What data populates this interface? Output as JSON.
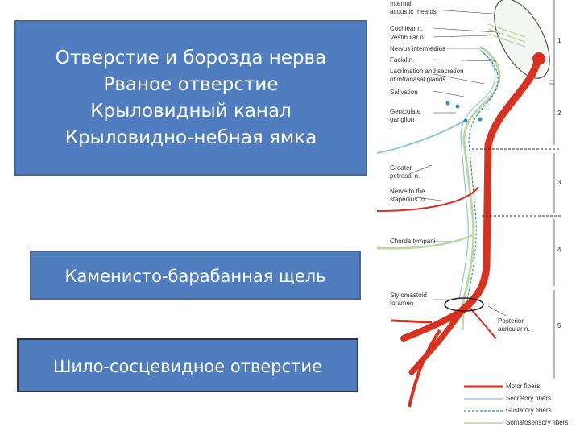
{
  "boxes": {
    "top": [
      "Отверстие и борозда нерва",
      "Рваное отверстие",
      "Крыловидный канал",
      "Крыловидно-небная ямка"
    ],
    "middle": "Каменисто-барабанная щель",
    "bottom": "Шило-сосцевидное отверстие"
  },
  "labels": {
    "internal_meatus": [
      "Internal",
      "acoustic meatus"
    ],
    "cochlear": "Cochlear n.",
    "vestibular": "Vestibular n.",
    "intermedius": "Nervus intermedius",
    "facial": "Facial n.",
    "lacrimation": [
      "Lacrimation and secretion",
      "of intranasal glands"
    ],
    "salivation": "Salivation",
    "geniculate": [
      "Geniculate",
      "ganglion"
    ],
    "greater_petrosal": [
      "Greater",
      "petrosal n."
    ],
    "stapedius": [
      "Nerve to the",
      "stapedius m."
    ],
    "chorda": "Chorda tympani",
    "stylomastoid": [
      "Stylomastoid",
      "foramen"
    ],
    "posterior_auricular": [
      "Posterior",
      "auricular n."
    ]
  },
  "segments": [
    "1",
    "2",
    "3",
    "4",
    "5"
  ],
  "legend": {
    "motor": "Motor fibers",
    "secretory": "Secretory fibers",
    "gustatory": "Gustatory fibers",
    "somatosensory": "Somatosensory fibers"
  },
  "colors": {
    "box": "#4f7dbf",
    "motor": "#d9301f",
    "secretory": "#8fc7d8",
    "gustatory": "#2f8fc0",
    "somatosensory": "#bcd6a0"
  }
}
